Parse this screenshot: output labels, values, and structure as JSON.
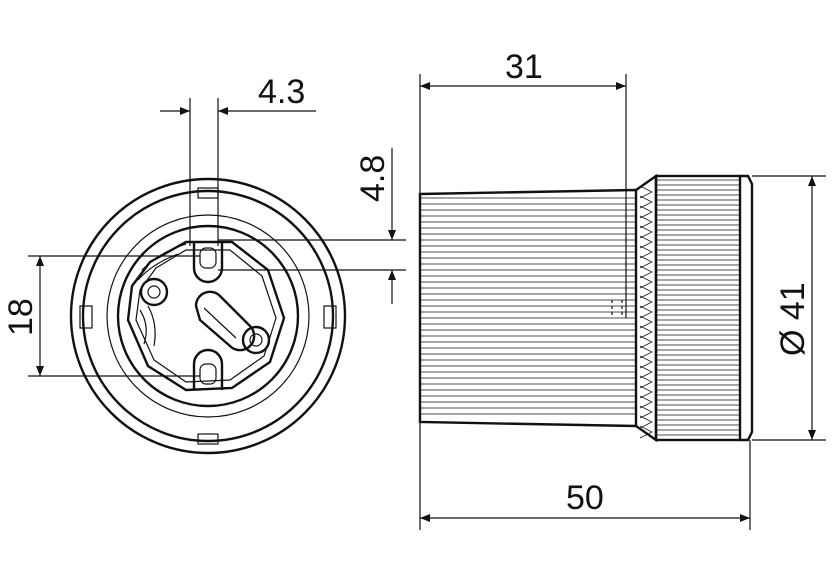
{
  "drawing": {
    "colors": {
      "ink": "#111111",
      "paper": "#ffffff"
    },
    "dimensions": {
      "top_gap": "4.3",
      "right_gap": "4.8",
      "left_height": "18",
      "collar_length": "31",
      "total_length": "50",
      "diameter": "Ø 41"
    }
  }
}
